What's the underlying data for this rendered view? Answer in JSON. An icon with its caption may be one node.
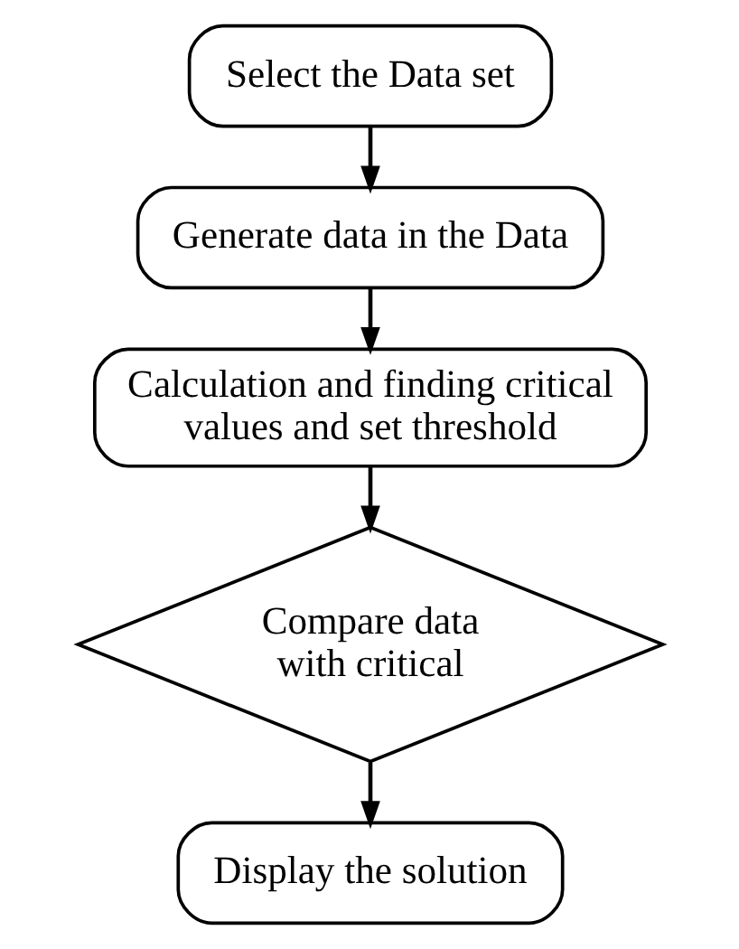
{
  "diagram": {
    "nodes": [
      {
        "text": [
          "Select the Data set"
        ]
      },
      {
        "text": [
          "Generate data in the Data"
        ]
      },
      {
        "text": [
          "Calculation and finding critical values and set threshold"
        ]
      },
      {
        "text": [
          "Compare data with critical"
        ]
      },
      {
        "text": [
          "Display the solution"
        ]
      }
    ],
    "edges": [
      {
        "from": 0,
        "to": 1,
        "arrow": "to"
      },
      {
        "from": 1,
        "to": 2,
        "arrow": "to"
      },
      {
        "from": 2,
        "to": 3,
        "arrow": "to"
      },
      {
        "from": 3,
        "to": 4,
        "arrow": "to"
      }
    ]
  }
}
